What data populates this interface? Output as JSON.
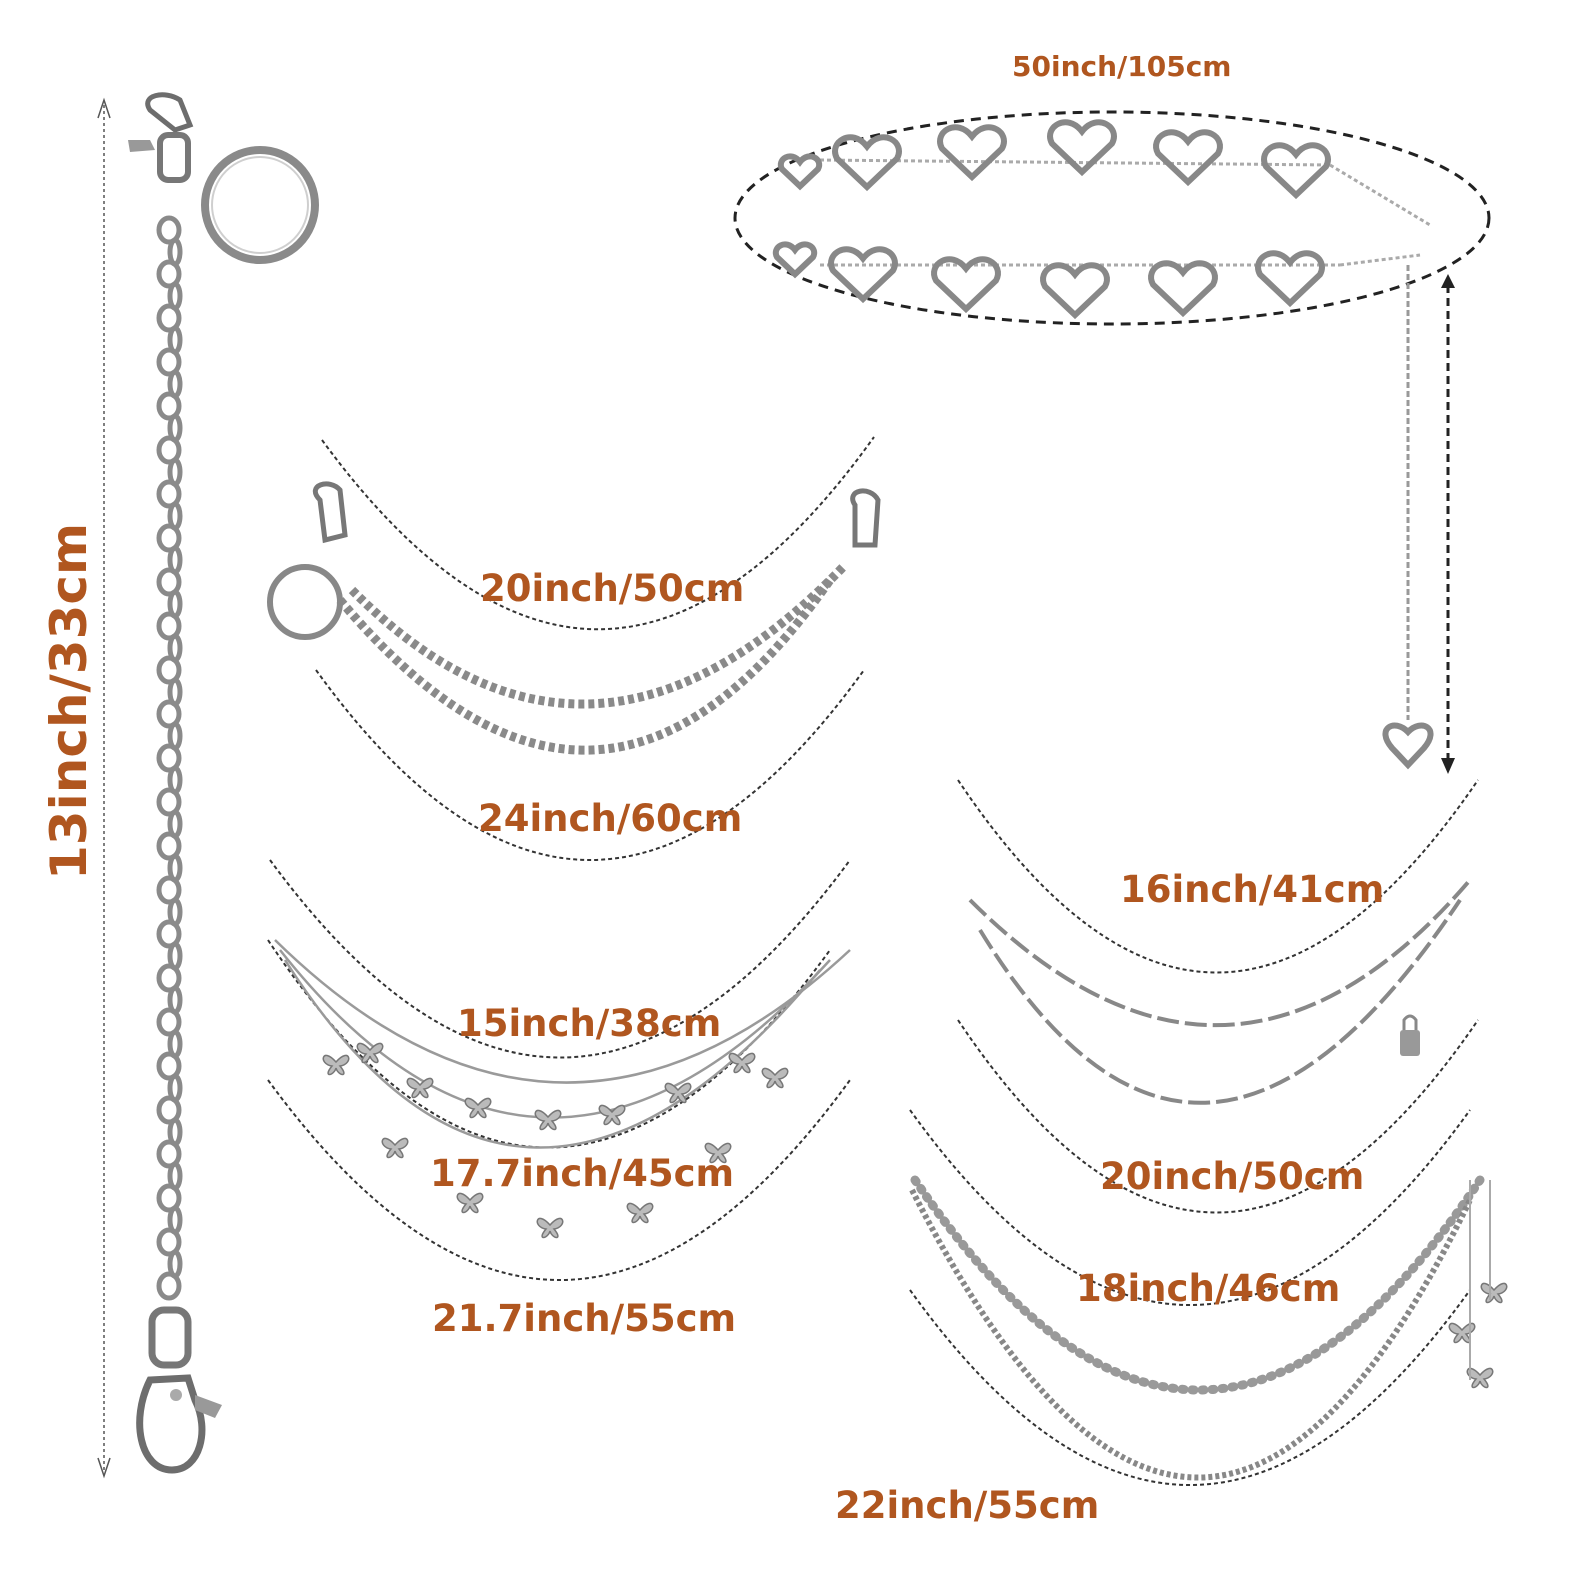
{
  "measurements": {
    "total_chain_length": "13inch/33cm",
    "heart_belt_length": "50inch/105cm",
    "double_chain_inner": "20inch/50cm",
    "double_chain_outer": "24inch/60cm",
    "butterfly_inner": "15inch/38cm",
    "butterfly_middle": "17.7inch/45cm",
    "butterfly_outer": "21.7inch/55cm",
    "paperclip_inner": "16inch/41cm",
    "paperclip_outer": "20inch/50cm",
    "pearl_inner": "18inch/46cm",
    "pearl_outer": "22inch/55cm"
  },
  "colors": {
    "label": "#b0561f",
    "chain": "#8a8a8a",
    "dash": "#222222"
  }
}
